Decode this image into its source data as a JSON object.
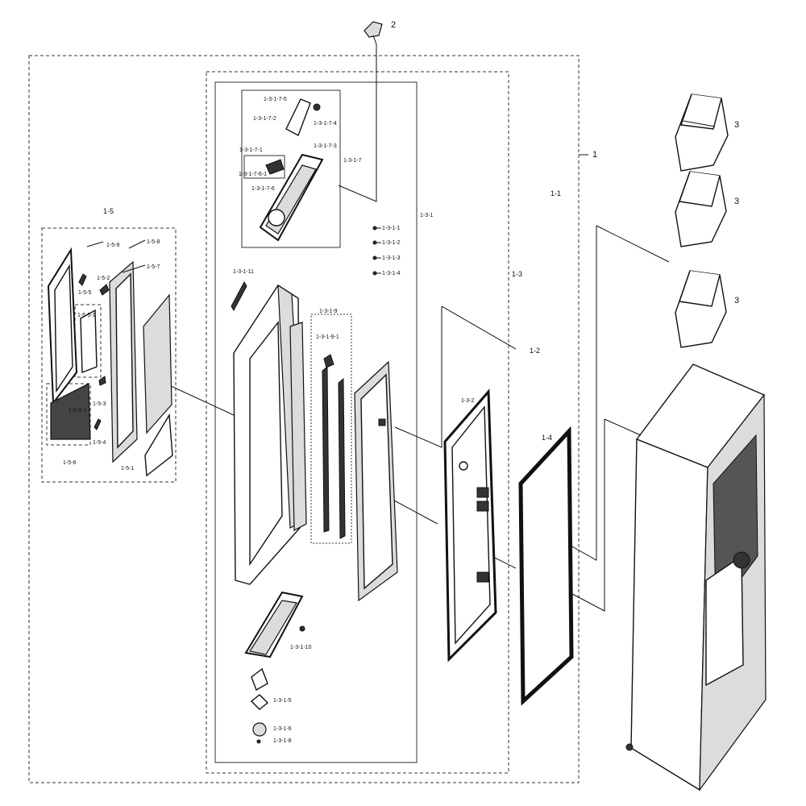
{
  "callouts": {
    "c1": "1",
    "c1_1": "1-1",
    "c1_2": "1-2",
    "c1_3": "1-3",
    "c1_3_1": "1-3-1",
    "c1_3_1_1": "1-3-1-1",
    "c1_3_1_2": "1-3-1-2",
    "c1_3_1_3": "1-3-1-3",
    "c1_3_1_4": "1-3-1-4",
    "c1_3_1_5": "1-3-1-5",
    "c1_3_1_6": "1-3-1-6",
    "c1_3_1_8": "1-3-1-8",
    "c1_3_1_9": "1-3-1-9",
    "c1_3_1_9_1": "1-3-1-9-1",
    "c1_3_1_10": "1-3-1-10",
    "c1_3_1_11": "1-3-1-11",
    "c1_3_1_7": "1-3-1-7",
    "c1_3_1_7_1": "1-3-1-7-1",
    "c1_3_1_7_2": "1-3-1-7-2",
    "c1_3_1_7_3": "1-3-1-7-3",
    "c1_3_1_7_4": "1-3-1-7-4",
    "c1_3_1_7_5": "1-3-1-7-5",
    "c1_3_1_7_6": "1-3-1-7-6",
    "c1_3_1_7_6_1": "1-3-1-7-6-1",
    "c1_3_2": "1-3-2",
    "c1_4": "1-4",
    "c1_5": "1-5",
    "c1_5_1": "1-5-1",
    "c1_5_2": "1-5-2",
    "c1_5_3": "1-5-3",
    "c1_5_4": "1-5-4",
    "c1_5_5": "1-5-5",
    "c1_5_5_1": "1-5-5-1",
    "c1_5_6": "1-5-6",
    "c1_5_6_1": "1-5-6-1",
    "c1_5_7": "1-5-7",
    "c1_5_8": "1-5-8",
    "c1_5_9": "1-5-9",
    "c2": "2",
    "c3a": "3",
    "c3b": "3",
    "c3c": "3"
  }
}
